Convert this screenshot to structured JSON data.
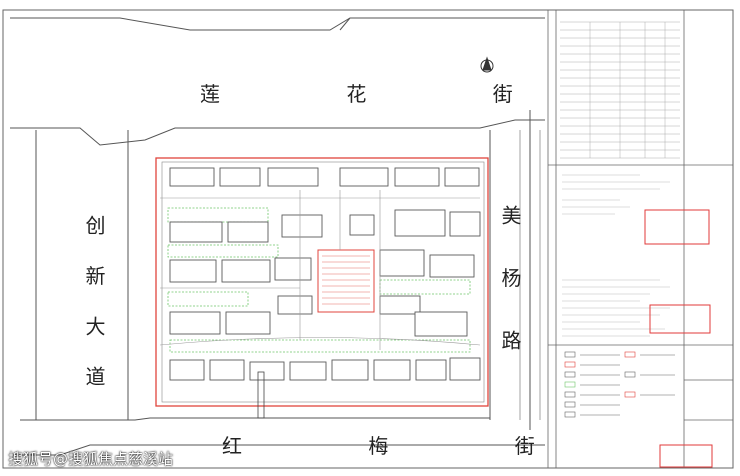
{
  "streets": {
    "north": "莲 花 街",
    "south": "红 梅 街",
    "west": "创 新 大 道",
    "east": "美 杨 路"
  },
  "watermark": "搜狐号@搜狐焦点慈溪站",
  "colors": {
    "building_outline": "#5a5a5a",
    "green_area": "#6fc56a",
    "red_line": "#e0443c",
    "stamp_red": "#e23a3a",
    "bg": "#ffffff"
  },
  "icons": [
    "north-arrow-icon"
  ]
}
